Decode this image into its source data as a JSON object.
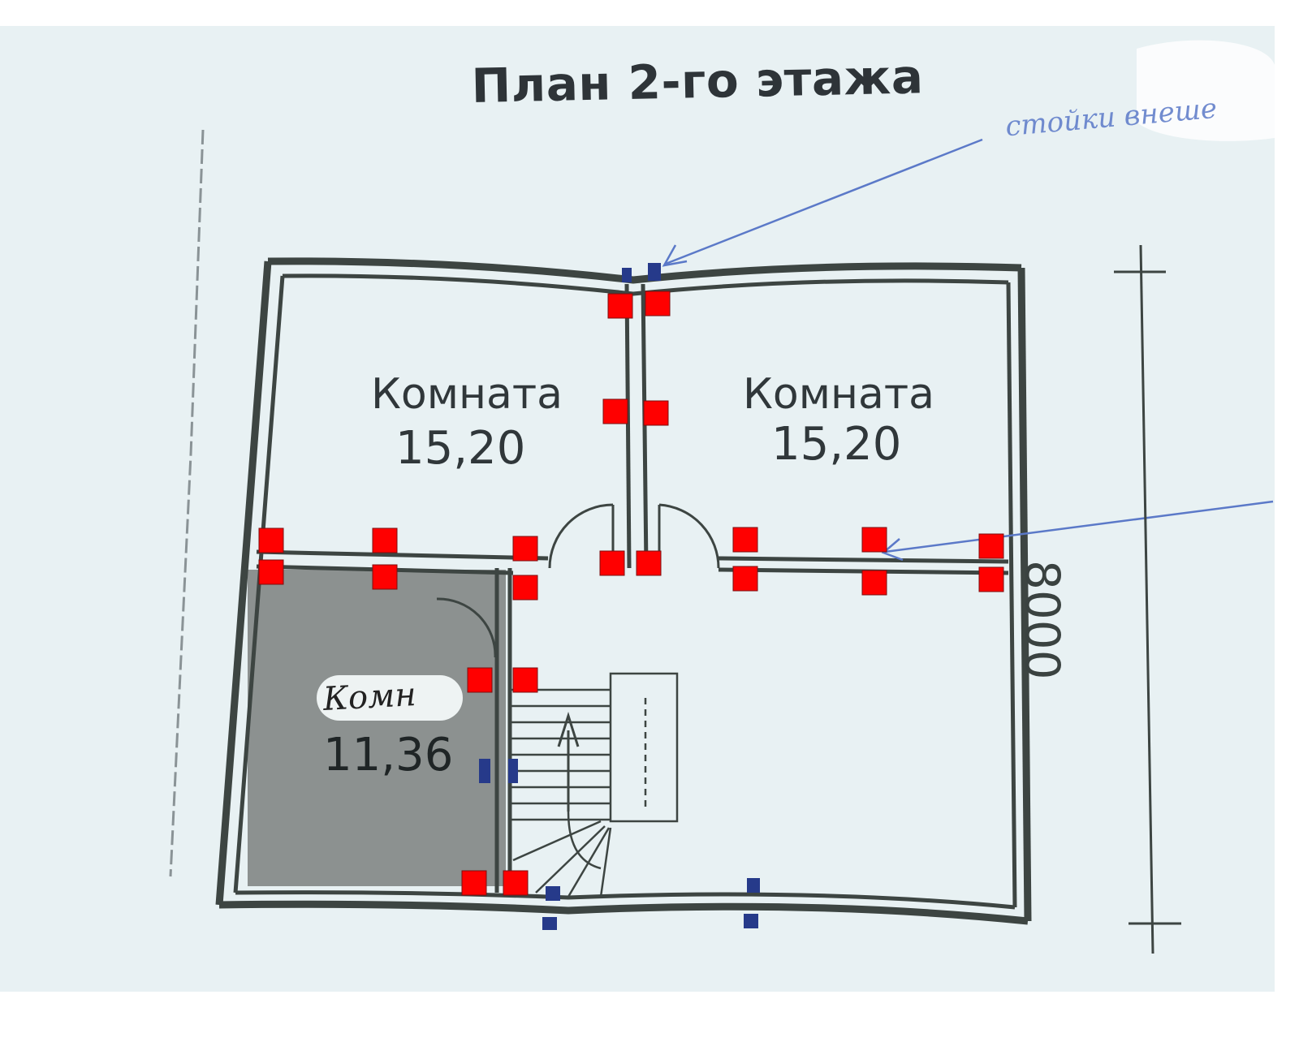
{
  "title": "План 2-го этажа",
  "rooms": [
    {
      "name": "Комната",
      "area": "15,20"
    },
    {
      "name": "Комната",
      "area": "15,20"
    },
    {
      "name": "Комн",
      "area": "11,36"
    }
  ],
  "annotation": "стойки внеше",
  "dimension": "8000",
  "colors": {
    "paper": "#e8f1f3",
    "wall": "#3d4542",
    "hatch": "#8c9190",
    "marker": "#ff0000",
    "ink": "#5b79c8",
    "post": "#263a8a"
  }
}
